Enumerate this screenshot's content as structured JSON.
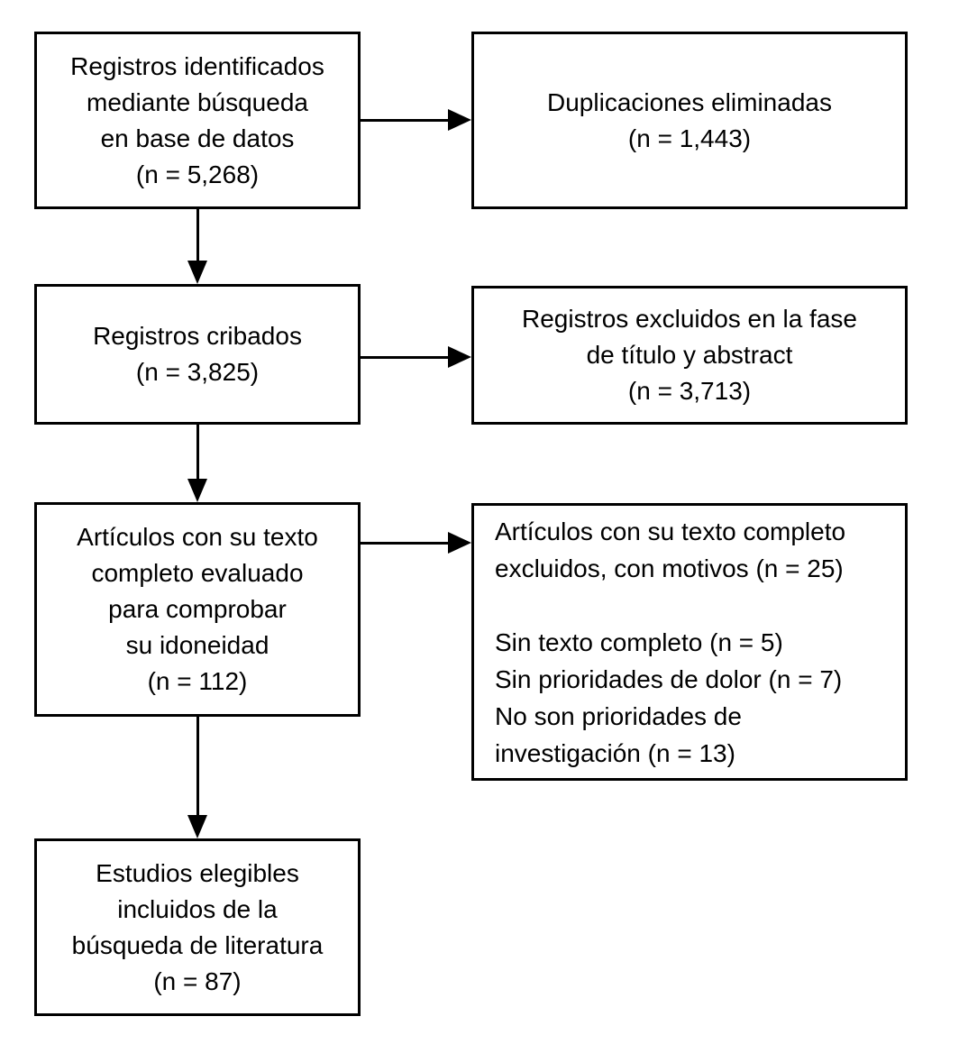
{
  "colors": {
    "line": "#000000",
    "background": "#ffffff",
    "box_background": "#ffffff",
    "text": "#000000"
  },
  "boxes": {
    "identified": {
      "lines": [
        "Registros identificados",
        "mediante búsqueda",
        "en base de datos",
        "(n = 5,268)"
      ],
      "n": "5,268"
    },
    "duplicates_removed": {
      "lines": [
        "Duplicaciones eliminadas",
        "(n = 1,443)"
      ],
      "n": "1,443"
    },
    "screened": {
      "lines": [
        "Registros cribados",
        "(n = 3,825)"
      ],
      "n": "3,825"
    },
    "excluded_title_abstract": {
      "lines": [
        "Registros excluidos en la fase",
        "de título y abstract",
        "(n = 3,713)"
      ],
      "n": "3,713"
    },
    "fulltext_assessed": {
      "lines": [
        "Artículos con su texto",
        "completo evaluado",
        "para comprobar",
        "su idoneidad",
        "(n = 112)"
      ],
      "n": "112"
    },
    "fulltext_excluded": {
      "lines": [
        "Artículos con su texto completo",
        "excluidos, con motivos (n = 25)",
        "",
        "Sin texto completo (n = 5)",
        "Sin prioridades de dolor (n = 7)",
        "No son prioridades de",
        "investigación (n = 13)"
      ],
      "n": "25"
    },
    "included": {
      "lines": [
        "Estudios elegibles",
        "incluidos de la",
        "búsqueda de literatura",
        "(n = 87)"
      ],
      "n": "87"
    }
  }
}
